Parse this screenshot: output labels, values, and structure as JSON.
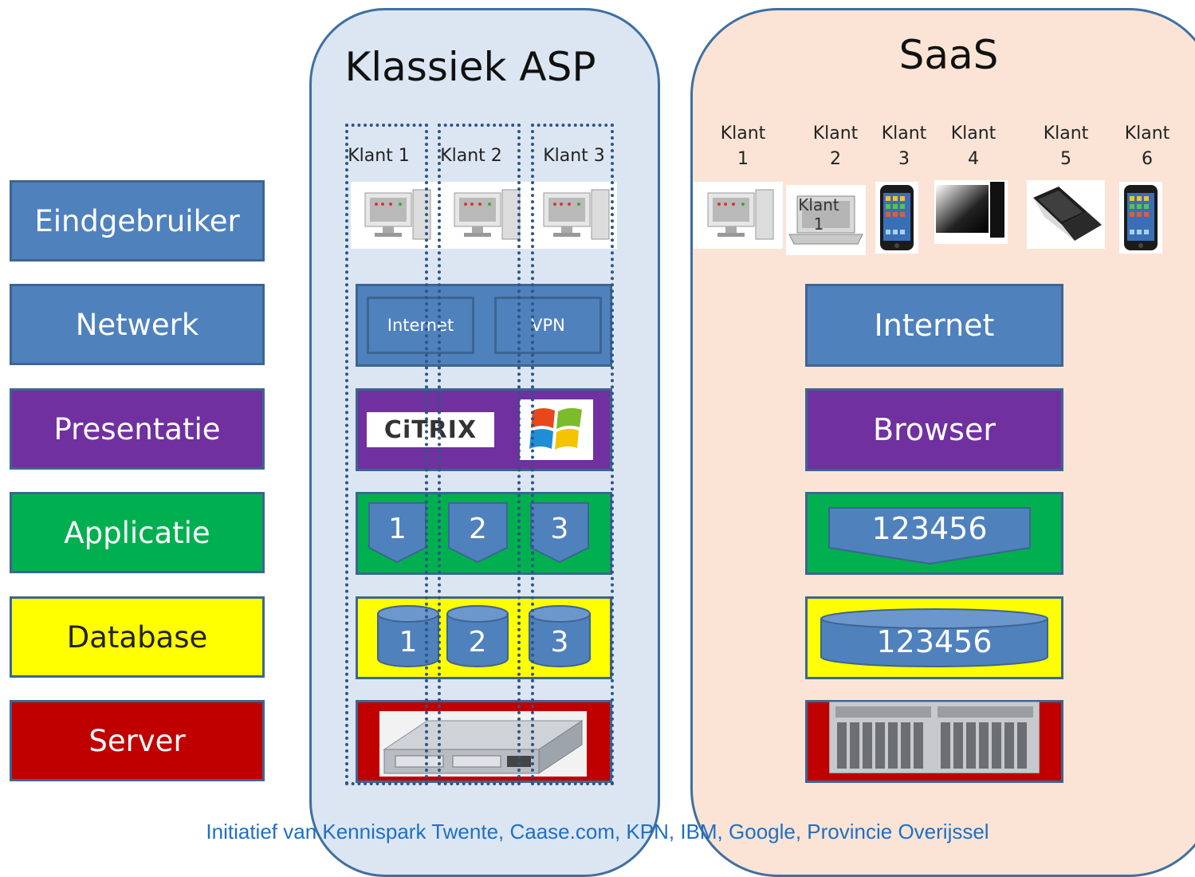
{
  "layers": [
    {
      "label": "Eindgebruiker",
      "color": "#4f81bd",
      "text_color": "#ffffff"
    },
    {
      "label": "Netwerk",
      "color": "#4f81bd",
      "text_color": "#ffffff"
    },
    {
      "label": "Presentatie",
      "color": "#7030a0",
      "text_color": "#ffffff"
    },
    {
      "label": "Applicatie",
      "color": "#00b050",
      "text_color": "#ffffff"
    },
    {
      "label": "Database",
      "color": "#ffff00",
      "text_color": "#222222"
    },
    {
      "label": "Server",
      "color": "#c00000",
      "text_color": "#ffffff"
    }
  ],
  "asp": {
    "title": "Klassiek ASP",
    "clients": [
      "Klant 1",
      "Klant 2",
      "Klant 3"
    ],
    "network": {
      "internet": "Internet",
      "vpn": "VPN"
    },
    "presentation": {
      "citrix": "CiTRIX",
      "windows_logo": "windows-logo"
    },
    "applications": [
      "1",
      "2",
      "3"
    ],
    "databases": [
      "1",
      "2",
      "3"
    ],
    "server": "server-rack-image"
  },
  "saas": {
    "title": "SaaS",
    "clients": [
      {
        "label": "Klant",
        "num": "1",
        "device": "desktop-pc"
      },
      {
        "label": "Klant",
        "num": "2",
        "device": "laptop"
      },
      {
        "label": "Klant",
        "num": "3",
        "device": "smartphone"
      },
      {
        "label": "Klant",
        "num": "4",
        "device": "thin-client"
      },
      {
        "label": "Klant",
        "num": "5",
        "device": "netbook"
      },
      {
        "label": "Klant",
        "num": "6",
        "device": "smartphone"
      }
    ],
    "laptop_overlay_text": "Klant",
    "laptop_overlay_num": "1",
    "network": "Internet",
    "presentation": "Browser",
    "application": "123456",
    "database": "123456",
    "server": "blade-server-image"
  },
  "footer": "Initiatief van Kennispark Twente, Caase.com, KPN, IBM, Google, Provincie Overijssel",
  "colors": {
    "asp_panel": "#dce6f2",
    "saas_panel": "#fbe4d5",
    "blue": "#4f81bd",
    "purple": "#7030a0",
    "green": "#00b050",
    "yellow": "#ffff00",
    "red": "#c00000"
  }
}
